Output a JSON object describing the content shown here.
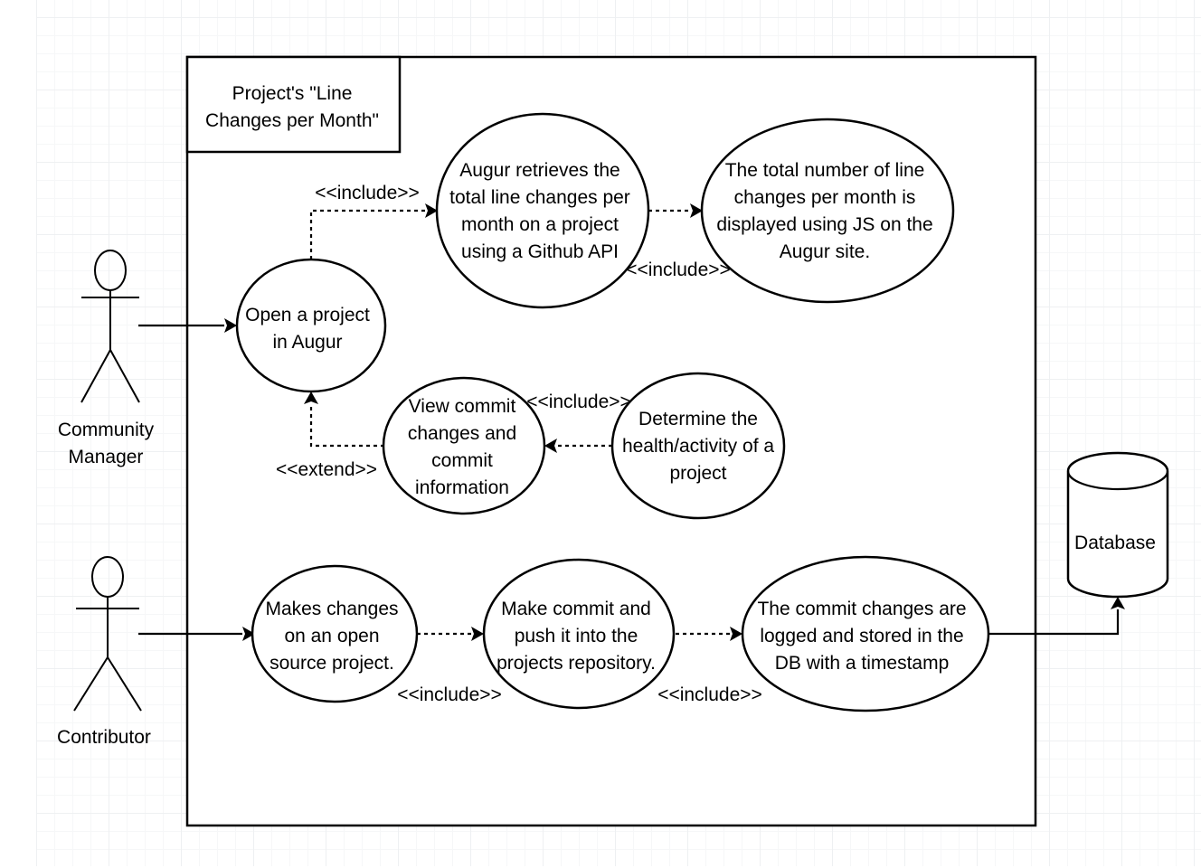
{
  "system_title": [
    "Project's \"Line",
    "Changes per Month\""
  ],
  "actors": {
    "community_manager": [
      "Community",
      "Manager"
    ],
    "contributor": [
      "Contributor"
    ]
  },
  "use_cases": {
    "open_project": [
      "Open a project",
      "in Augur"
    ],
    "augur_retrieves": [
      "Augur retrieves the",
      "total line changes per",
      "month on a project",
      "using a Github API"
    ],
    "total_displayed": [
      "The total number of line",
      "changes per month is",
      "displayed using JS on the",
      "Augur site."
    ],
    "view_commit": [
      "View commit",
      "changes and",
      "commit",
      "information"
    ],
    "determine_health": [
      "Determine the",
      "health/activity of a",
      "project"
    ],
    "makes_changes": [
      "Makes changes",
      "on an open",
      "source project."
    ],
    "make_commit": [
      "Make commit and",
      "push it into the",
      "projects repository."
    ],
    "commit_logged": [
      "The commit changes are",
      "logged and stored in the",
      "DB with a timestamp"
    ]
  },
  "database": {
    "label": "Database"
  },
  "relations": {
    "include_1": "<<include>>",
    "include_2": "<<include>>",
    "include_3": "<<include>>",
    "extend_1": "<<extend>>",
    "include_4": "<<include>>",
    "include_5": "<<include>>"
  }
}
